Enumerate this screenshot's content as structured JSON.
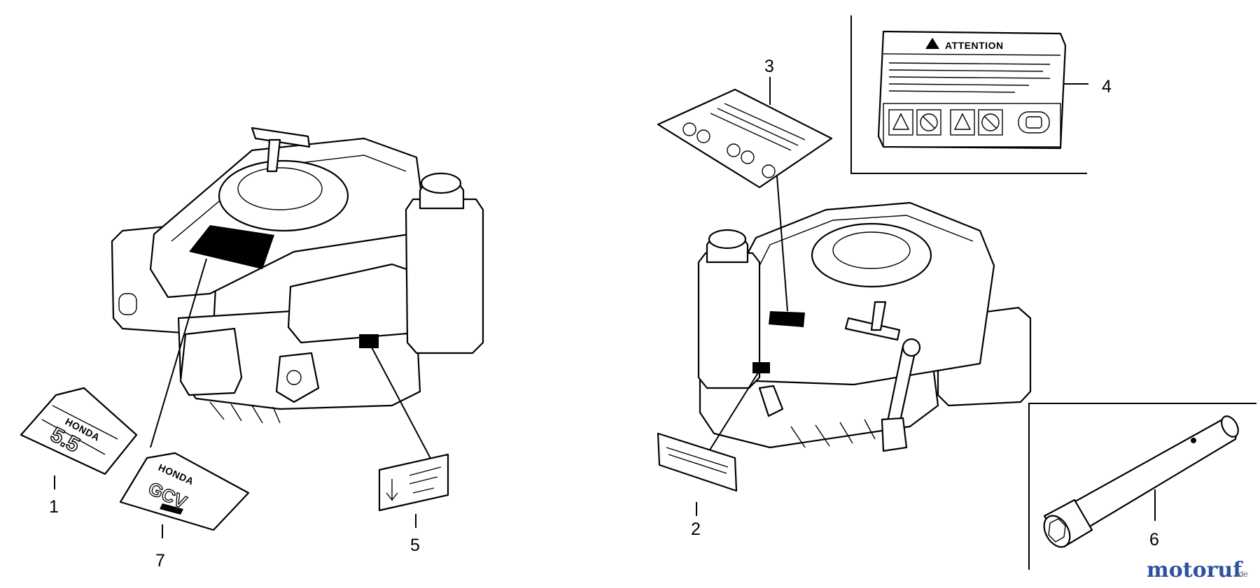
{
  "callouts": {
    "c1": "1",
    "c2": "2",
    "c3": "3",
    "c4": "4",
    "c5": "5",
    "c6": "6",
    "c7": "7"
  },
  "attention_label": {
    "title": "ATTENTION"
  },
  "watermark": {
    "brand": "motoruf",
    "tld": ".de"
  },
  "colors": {
    "line": "#000000",
    "background": "#ffffff",
    "logo_blue": "#2f4fa0",
    "logo_orange": "#e8891a",
    "logo_gray": "#666666"
  }
}
